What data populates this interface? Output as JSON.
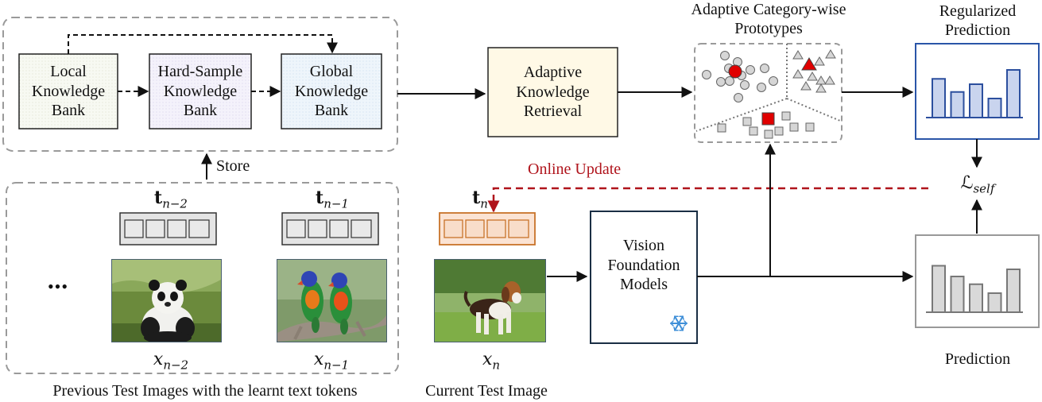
{
  "banks": {
    "local": "Local Knowledge Bank",
    "hard": "Hard-Sample Knowledge Bank",
    "global": "Global Knowledge Bank"
  },
  "store_label": "Store",
  "retrieval": "Adaptive Knowledge Retrieval",
  "prototypes_title": "Adaptive Category-wise Prototypes",
  "regularized_title": "Regularized Prediction",
  "online_update": "Online Update",
  "loss": {
    "base": "ℒ",
    "sub": "self"
  },
  "vfm": "Vision Foundation Models",
  "prediction_label": "Prediction",
  "tokens": [
    {
      "base": "t",
      "sub": "n−2"
    },
    {
      "base": "t",
      "sub": "n−1"
    },
    {
      "base": "t",
      "sub": "n"
    }
  ],
  "images": [
    {
      "var": "x",
      "sub": "n−2"
    },
    {
      "var": "x",
      "sub": "n−1"
    },
    {
      "var": "x",
      "sub": "n"
    }
  ],
  "ellipsis": "•••",
  "caption_previous": "Previous Test Images with the learnt text tokens",
  "caption_current": "Current Test Image",
  "icons": {
    "snowflake": "snowflake-icon",
    "panda": "panda-image",
    "parrots": "parrots-image",
    "dog": "dog-image"
  },
  "colors": {
    "red": "#e00000",
    "dashed_red": "#b0141c",
    "bar_fill": "#c9d4ee",
    "bar_stroke": "#2c4f9e",
    "regularized_border": "#2a55a8",
    "token_orange": "#c8732a"
  },
  "chart_data": [
    {
      "type": "bar",
      "name": "regularized",
      "values": [
        0.65,
        0.43,
        0.56,
        0.32,
        0.8
      ]
    },
    {
      "type": "bar",
      "name": "prediction",
      "values": [
        0.78,
        0.6,
        0.47,
        0.32,
        0.72
      ]
    }
  ]
}
